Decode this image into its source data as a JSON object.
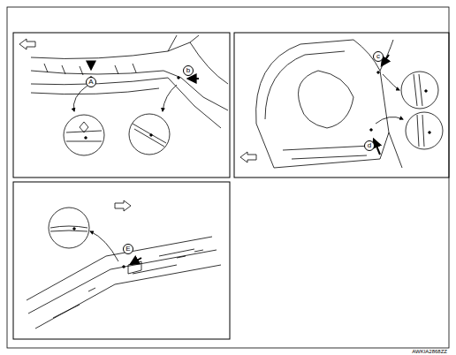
{
  "diagram": {
    "nodes": [
      {
        "text": [
          "A"
        ]
      },
      {
        "text": [
          "b"
        ]
      },
      {
        "text": [
          "c"
        ]
      },
      {
        "text": [
          "d"
        ]
      },
      {
        "text": [
          "E"
        ]
      }
    ],
    "edges": [],
    "labels": [
      "AWKIA2868ZZ"
    ]
  }
}
